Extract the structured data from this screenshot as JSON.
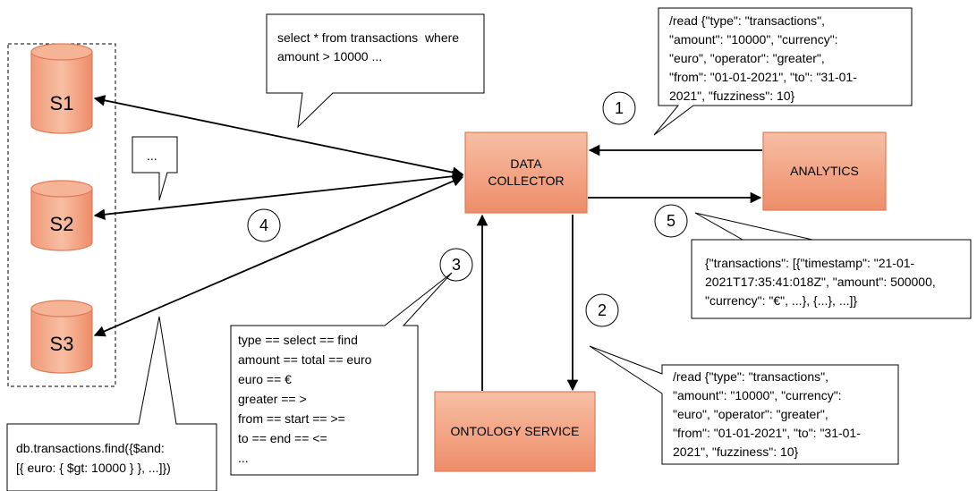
{
  "storage": {
    "s1": "S1",
    "s2": "S2",
    "s3": "S3"
  },
  "blocks": {
    "data_collector": "DATA\nCOLLECTOR",
    "analytics": "ANALYTICS",
    "ontology": "ONTOLOGY SERVICE"
  },
  "steps": [
    "1",
    "2",
    "3",
    "4",
    "5"
  ],
  "callouts": {
    "sql": [
      "select * from transactions  where",
      "amount > 10000 ..."
    ],
    "ellipsis": "...",
    "read_request_top": [
      "/read {\"type\": \"transactions\",",
      "\"amount\": \"10000\", \"currency\":",
      "\"euro\", \"operator\": \"greater\",",
      "\"from\": \"01-01-2021\", \"to\": \"31-01-",
      "2021\", \"fuzziness\": 10}"
    ],
    "response": [
      "{\"transactions\": [{\"timestamp\": \"21-01-",
      "2021T17:35:41:018Z\", \"amount\": 500000,",
      "\"currency\": \"€\", ...}, {...}, ...]}"
    ],
    "ontology_rules": [
      "type == select == find",
      "amount == total == euro",
      "euro == €",
      "greater == >",
      "from == start == >=",
      "to == end == <=",
      "..."
    ],
    "read_request_bottom": [
      "/read {\"type\": \"transactions\",",
      "\"amount\": \"10000\", \"currency\":",
      "\"euro\", \"operator\": \"greater\",",
      "\"from\": \"01-01-2021\", \"to\": \"31-01-",
      "2021\", \"fuzziness\": 10}"
    ],
    "mongo": [
      "db.transactions.find({$and:",
      "[{ euro: { $gt: 10000 } }, ...]})"
    ]
  },
  "colors": {
    "block_fill_top": "#f6b79a",
    "block_fill_bottom": "#ef8f6b",
    "block_border": "#e07b5a",
    "line": "#000000"
  }
}
